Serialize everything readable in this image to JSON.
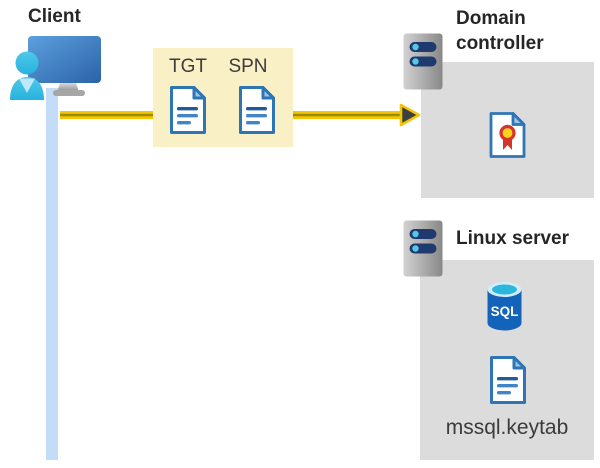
{
  "diagram": {
    "client": {
      "label": "Client"
    },
    "credentials_box": {
      "tgt_label": "TGT",
      "spn_label": "SPN"
    },
    "domain_controller": {
      "label_line1": "Domain",
      "label_line2": "controller"
    },
    "linux_server": {
      "label": "Linux server",
      "sql_label": "SQL",
      "keytab_label": "mssql.keytab"
    },
    "colors": {
      "arrow_yellow": "#f2c606",
      "arrow_core": "#a08a00",
      "arrowhead_dark": "#3c4043",
      "credentials_box_yellow": "#faf0c6",
      "panel_gray": "#dcdcdc",
      "timeline_blue": "#c3ddf8",
      "document_blue": "#2e75b6",
      "document_fold_blue": "#9cc3e5",
      "sql_body_blue": "#1463bb",
      "sql_top_teal": "#2bb7db",
      "person_cyan": "#35bee7",
      "monitor_blue": "#3b76c0",
      "server_bar_navy": "#1e3a6e",
      "server_dot_cyan": "#55c8ea",
      "certificate_seal_red": "#d5342b",
      "certificate_seal_yellow": "#ffd21e"
    }
  }
}
